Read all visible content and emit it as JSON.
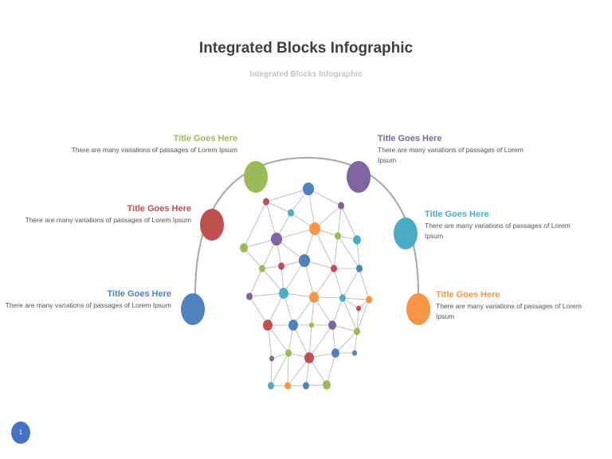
{
  "header": {
    "title": "Integrated Blocks Infographic",
    "subtitle": "Integrated Blocks Infographic"
  },
  "colors": {
    "green": "#9bbb59",
    "red": "#c0504d",
    "blue": "#4f81bd",
    "purple": "#8064a2",
    "teal": "#4bacc6",
    "orange": "#f79646",
    "arc": "#a6a6a6",
    "edge": "#bfbfbf"
  },
  "items": [
    {
      "id": "green",
      "title": "Title Goes Here",
      "text": "There are many variations of passages of Lorem Ipsum"
    },
    {
      "id": "red",
      "title": "Title Goes Here",
      "text": "There are many variations of passages of Lorem Ipsum"
    },
    {
      "id": "blue",
      "title": "Title Goes Here",
      "text": "There are many variations of passages of Lorem Ipsum"
    },
    {
      "id": "purple",
      "title": "Title Goes Here",
      "text": "There are many variations of passages  of Lorem Ipsum"
    },
    {
      "id": "teal",
      "title": "Title Goes Here",
      "text": "There are many variations of passages  of Lorem Ipsum"
    },
    {
      "id": "orange",
      "title": "Title Goes Here",
      "text": "There are many variations of passages  of Lorem Ipsum"
    }
  ],
  "footer": {
    "page_number": "1"
  }
}
